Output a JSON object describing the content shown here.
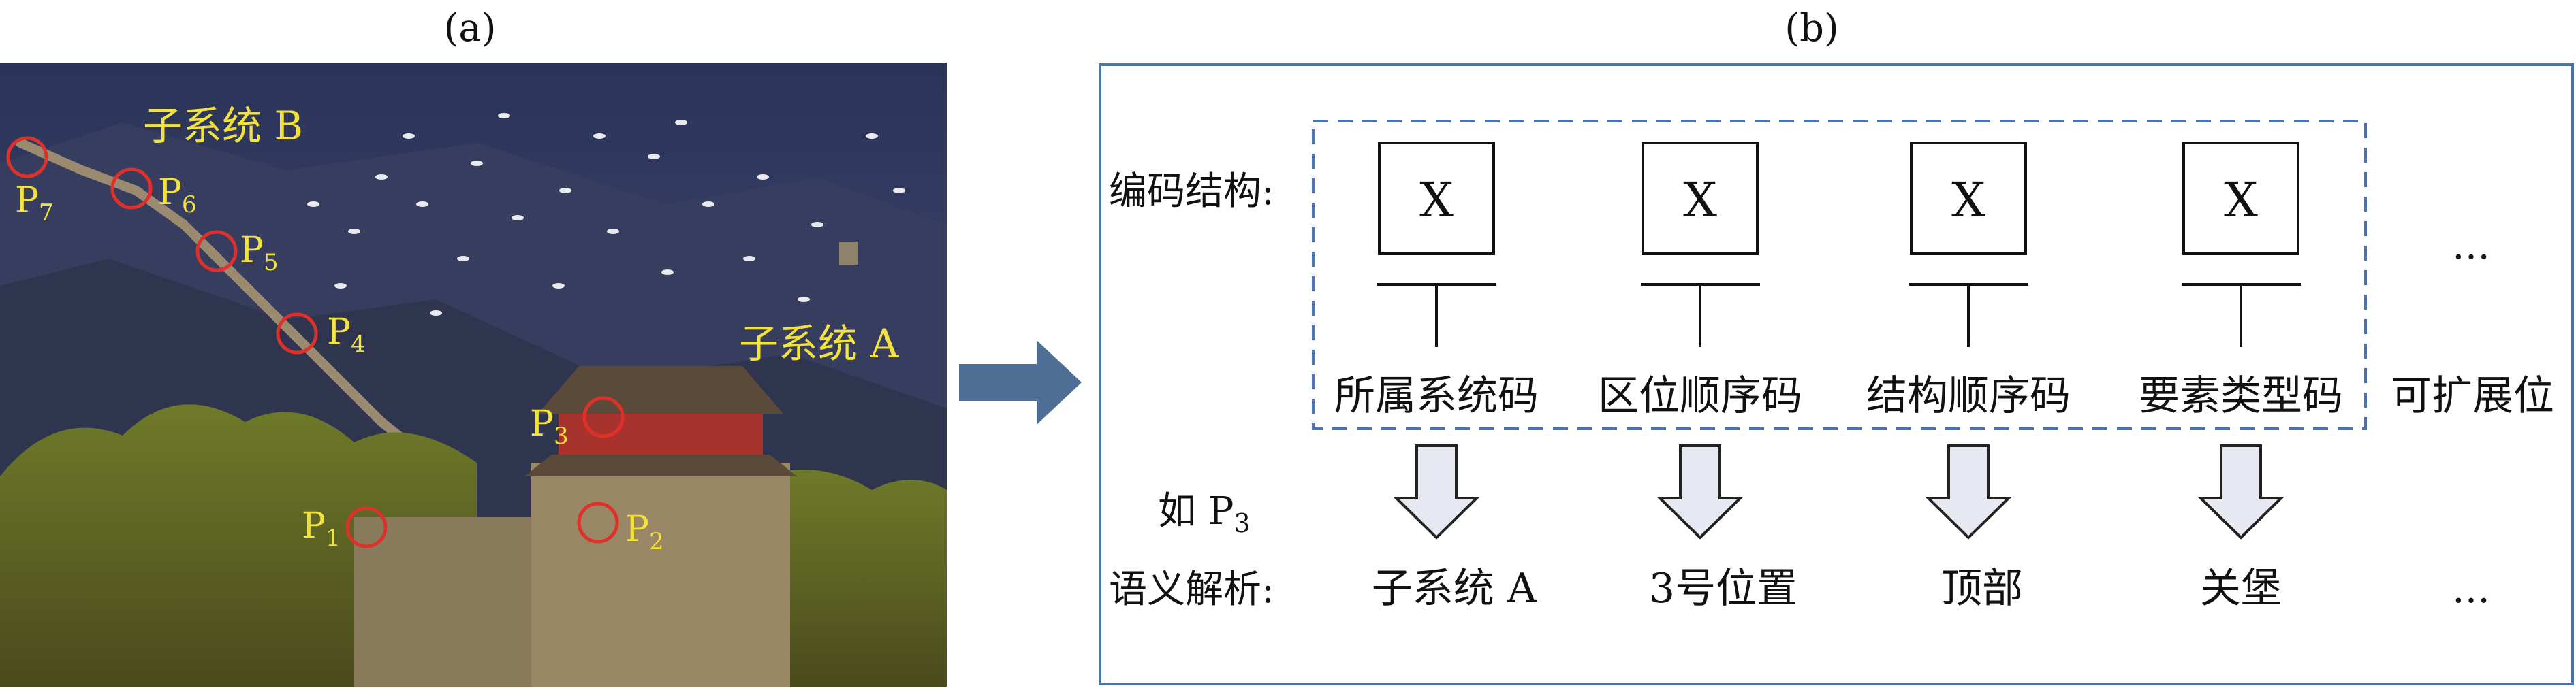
{
  "panel_a": {
    "label": "(a)",
    "subsystem_b": "子系统 B",
    "subsystem_a": "子系统 A",
    "points": [
      {
        "id": "P1",
        "main": "P",
        "sub": "1"
      },
      {
        "id": "P2",
        "main": "P",
        "sub": "2"
      },
      {
        "id": "P3",
        "main": "P",
        "sub": "3"
      },
      {
        "id": "P4",
        "main": "P",
        "sub": "4"
      },
      {
        "id": "P5",
        "main": "P",
        "sub": "5"
      },
      {
        "id": "P6",
        "main": "P",
        "sub": "6"
      },
      {
        "id": "P7",
        "main": "P",
        "sub": "7"
      }
    ]
  },
  "panel_b": {
    "label": "(b)",
    "structure_label": "编码结构:",
    "box_symbol": "X",
    "codes": [
      {
        "name": "所属系统码",
        "result": "子系统 A"
      },
      {
        "name": "区位顺序码",
        "result": "3号位置"
      },
      {
        "name": "结构顺序码",
        "result": "顶部"
      },
      {
        "name": "要素类型码",
        "result": "关堡"
      }
    ],
    "extensible": "可扩展位",
    "ellipsis": "…",
    "example_prefix": "如 P",
    "example_sub": "3",
    "semantic_label": "语义解析:"
  },
  "colors": {
    "frame": "#4a73b5",
    "dashed": "#4a73b5",
    "arrow_fill": "#4f6e96",
    "down_arrow_fill": "#e6e8f2",
    "label_yellow": "#f2e23a",
    "marker_red": "#e0302a"
  }
}
